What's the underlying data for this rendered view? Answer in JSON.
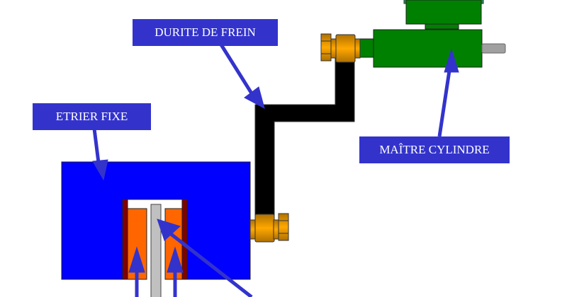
{
  "labels": {
    "hose": "DURITE DE FREIN",
    "caliper": "ETRIER FIXE",
    "master_cylinder": "MAÎTRE CYLINDRE"
  },
  "colors": {
    "label_bg": "#3333cc",
    "arrow": "#3333cc",
    "caliper_body": "#0000ff",
    "hose": "#000000",
    "master_cylinder": "#008000",
    "fitting": "#e89b00",
    "piston": "#ff6600",
    "pad_backing": "#800000",
    "disc": "#c0c0c0"
  }
}
